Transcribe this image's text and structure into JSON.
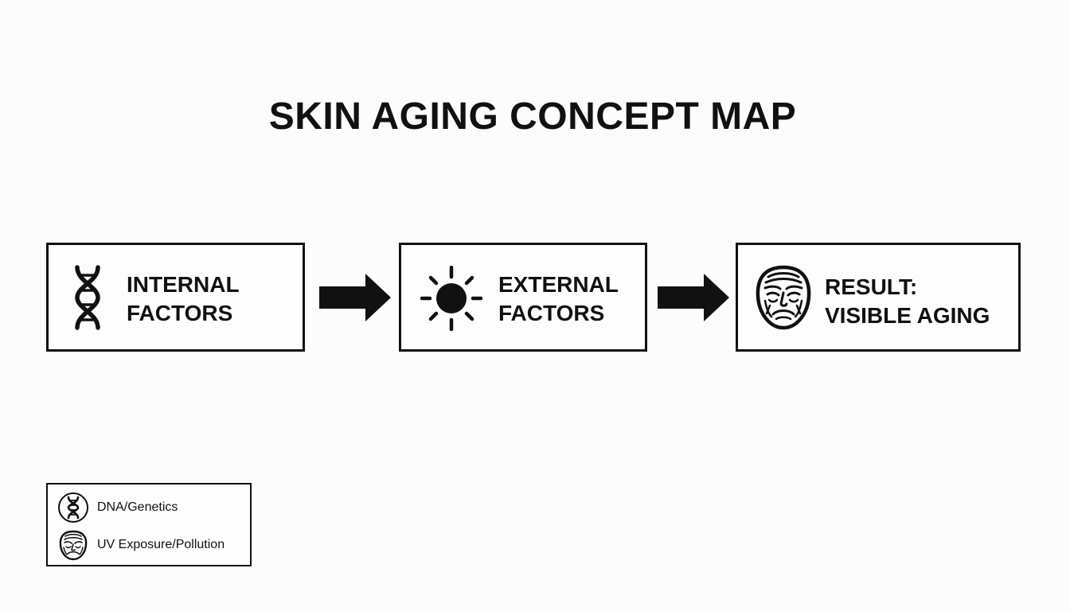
{
  "title": "SKIN AGING CONCEPT MAP",
  "nodes": [
    {
      "icon": "dna-icon",
      "lines": [
        "INTERNAL",
        "FACTORS"
      ]
    },
    {
      "icon": "sun-icon",
      "lines": [
        "EXTERNAL",
        "FACTORS"
      ]
    },
    {
      "icon": "aged-face-icon",
      "lines": [
        "RESULT:",
        "VISIBLE AGING"
      ]
    }
  ],
  "arrows": [
    "right-arrow-icon",
    "right-arrow-icon"
  ],
  "legend": {
    "items": [
      {
        "icon": "dna-icon",
        "label": "DNA/Genetics"
      },
      {
        "icon": "aged-face-icon",
        "label": "UV Exposure/Pollution"
      }
    ]
  },
  "colors": {
    "ink": "#111111",
    "background": "#fcfcfc"
  }
}
